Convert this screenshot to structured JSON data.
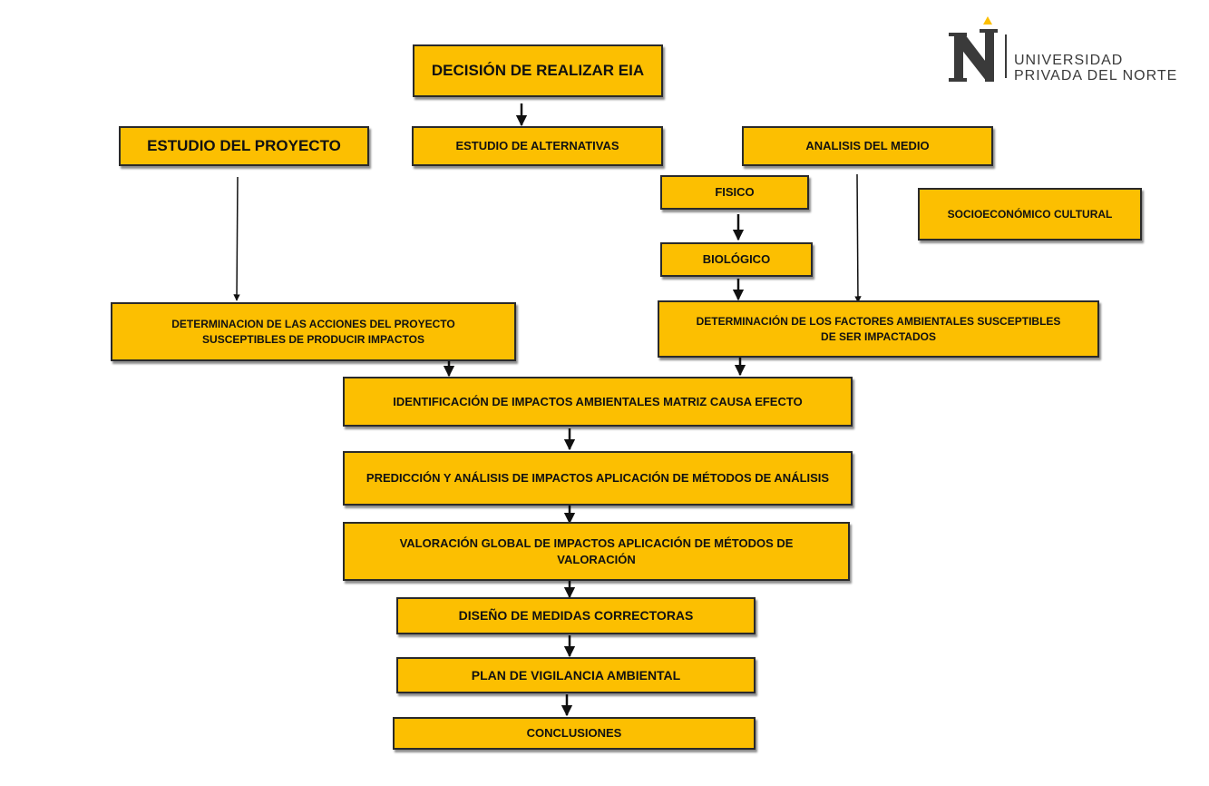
{
  "logo": {
    "line1": "UNIVERSIDAD",
    "line2": "PRIVADA DEL NORTE",
    "colors": {
      "mark": "#3a3a3a",
      "accent": "#fcbf01"
    }
  },
  "nodes": {
    "decision": "DECISIÓN DE REALIZAR EIA",
    "estudio_proyecto": "ESTUDIO DEL PROYECTO",
    "estudio_alternativas": "ESTUDIO DE ALTERNATIVAS",
    "analisis_medio": "ANALISIS DEL MEDIO",
    "fisico": "FISICO",
    "biologico": "BIOLÓGICO",
    "socioeconomico": "SOCIOECONÓMICO CULTURAL",
    "acciones_proyecto": "DETERMINACION DE LAS ACCIONES DEL PROYECTO SUSCEPTIBLES DE PRODUCIR IMPACTOS",
    "factores_ambientales": "DETERMINACIÓN DE LOS FACTORES AMBIENTALES SUSCEPTIBLES DE SER IMPACTADOS",
    "identificacion": "IDENTIFICACIÓN DE IMPACTOS AMBIENTALES MATRIZ CAUSA EFECTO",
    "prediccion": "PREDICCIÓN Y ANÁLISIS DE IMPACTOS APLICACIÓN DE MÉTODOS DE ANÁLISIS",
    "valoracion": "VALORACIÓN GLOBAL DE IMPACTOS APLICACIÓN DE MÉTODOS DE VALORACIÓN",
    "medidas": "DISEÑO DE MEDIDAS CORRECTORAS",
    "vigilancia": "PLAN DE VIGILANCIA AMBIENTAL",
    "conclusiones": "CONCLUSIONES"
  },
  "colors": {
    "box_fill": "#fcbf01",
    "box_border": "#2a2a2a",
    "arrow": "#111111"
  }
}
